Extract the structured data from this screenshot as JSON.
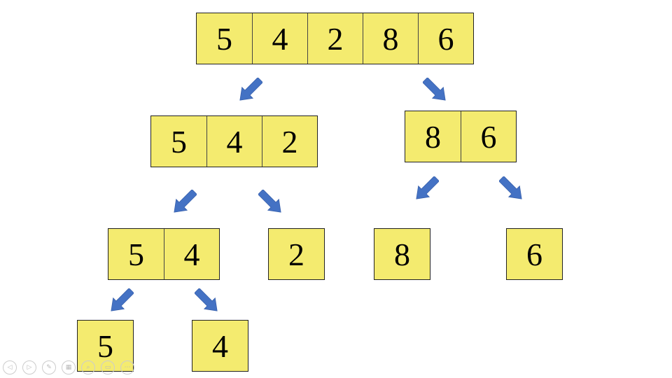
{
  "colors": {
    "cell_fill": "#f4eb6f",
    "arrow": "#4472c4",
    "border": "#222222"
  },
  "groups": [
    {
      "id": "root",
      "values": [
        "5",
        "4",
        "2",
        "8",
        "6"
      ]
    },
    {
      "id": "left",
      "values": [
        "5",
        "4",
        "2"
      ]
    },
    {
      "id": "right",
      "values": [
        "8",
        "6"
      ]
    },
    {
      "id": "left-left",
      "values": [
        "5",
        "4"
      ]
    },
    {
      "id": "left-right",
      "values": [
        "2"
      ]
    },
    {
      "id": "right-left",
      "values": [
        "8"
      ]
    },
    {
      "id": "right-right",
      "values": [
        "6"
      ]
    },
    {
      "id": "left-left-left",
      "values": [
        "5"
      ]
    },
    {
      "id": "left-left-right",
      "values": [
        "4"
      ]
    }
  ],
  "arrows": [
    "down-left",
    "down-right",
    "down-left",
    "down-right",
    "down-left",
    "down-right",
    "down-left",
    "down-right"
  ],
  "slideshow_controls": [
    {
      "icon": "previous-icon",
      "glyph": "◁"
    },
    {
      "icon": "next-icon",
      "glyph": "▷"
    },
    {
      "icon": "pen-icon",
      "glyph": "✎"
    },
    {
      "icon": "slides-grid-icon",
      "glyph": "▦"
    },
    {
      "icon": "zoom-icon",
      "glyph": "⌕"
    },
    {
      "icon": "subtitles-icon",
      "glyph": "▭"
    },
    {
      "icon": "more-icon",
      "glyph": "⋯"
    }
  ]
}
